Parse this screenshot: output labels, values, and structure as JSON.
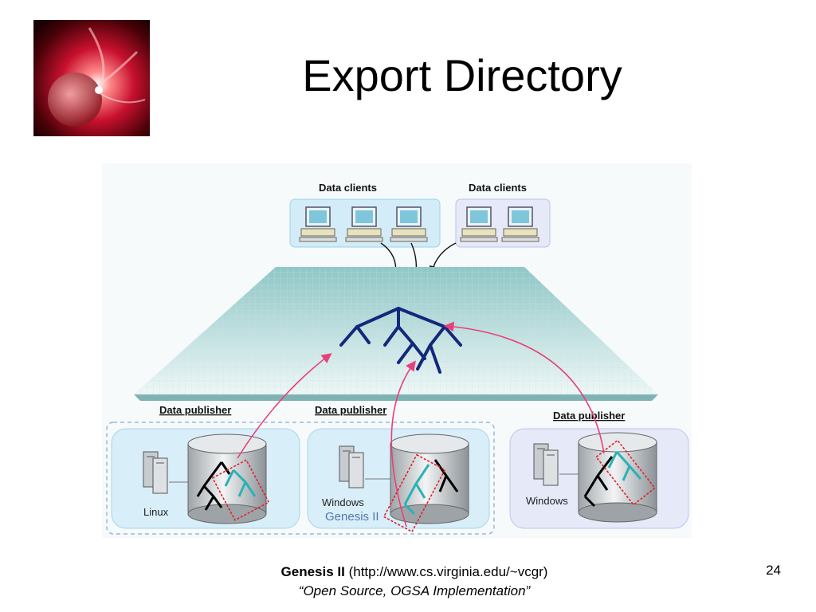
{
  "slide": {
    "title": "Export Directory",
    "page_number": "24"
  },
  "diagram": {
    "clients_left_label": "Data clients",
    "clients_right_label": "Data clients",
    "publishers": [
      {
        "label": "Data publisher",
        "os": "Linux"
      },
      {
        "label": "Data publisher",
        "os": "Windows",
        "extra": "Genesis II"
      },
      {
        "label": "Data publisher",
        "os": "Windows"
      }
    ]
  },
  "footer": {
    "brand": "Genesis II",
    "url": "(http://www.cs.virginia.edu/~vcgr)",
    "tagline": "“Open Source, OGSA Implementation”"
  },
  "colors": {
    "client_box_blue": "#d3ecf7",
    "client_box_lavender": "#e6e9f8",
    "plane_teal": "#9ecfcf",
    "tree_navy": "#14287a",
    "arrow_pink": "#e8407a",
    "publisher_box": "#d8eef8"
  }
}
